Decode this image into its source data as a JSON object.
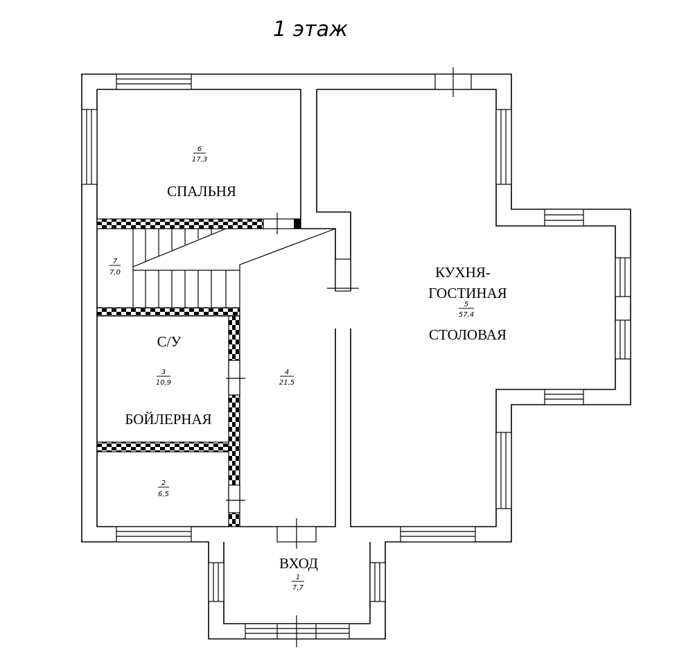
{
  "title": "1 этаж",
  "rooms": {
    "entry": {
      "name": "ВХОД",
      "number": "1",
      "area": "7,7"
    },
    "room2": {
      "number": "2",
      "area": "6,5"
    },
    "bath": {
      "name_top": "С/У",
      "name_bottom": "БОЙЛЕРНАЯ",
      "number": "3",
      "area": "10,9"
    },
    "hall": {
      "number": "4",
      "area": "21,5"
    },
    "living": {
      "name_line1": "КУХНЯ-",
      "name_line2": "ГОСТИНАЯ",
      "name_line3": "СТОЛОВАЯ",
      "number": "5",
      "area": "57,4"
    },
    "bedroom": {
      "name": "СПАЛЬНЯ",
      "number": "6",
      "area": "17,3"
    },
    "stairs": {
      "number": "7",
      "area": "7,0"
    }
  }
}
